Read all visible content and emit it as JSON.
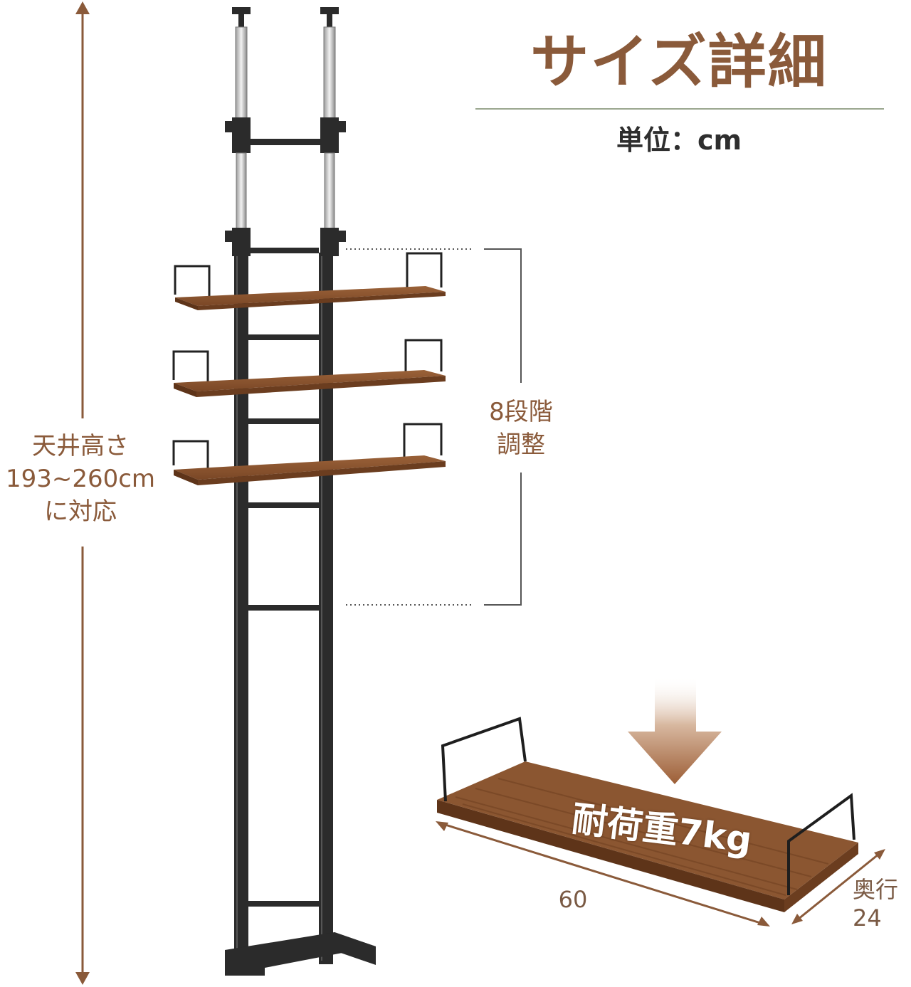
{
  "header": {
    "title": "サイズ詳細",
    "unit": "単位：cm"
  },
  "dimensions": {
    "ceiling_height": {
      "line1": "天井高さ",
      "line2": "193~260cm",
      "line3": "に対応"
    },
    "shelf_adjust": {
      "line1": "8段階",
      "line2": "調整"
    },
    "shelf_width": "60",
    "shelf_depth": {
      "line1": "奥行",
      "line2": "24"
    }
  },
  "load": {
    "label": "耐荷重7kg"
  },
  "colors": {
    "accent_brown": "#8a5a3a",
    "wood": "#8b5631",
    "frame": "#2b2b2b",
    "divider": "#9aa78f"
  }
}
